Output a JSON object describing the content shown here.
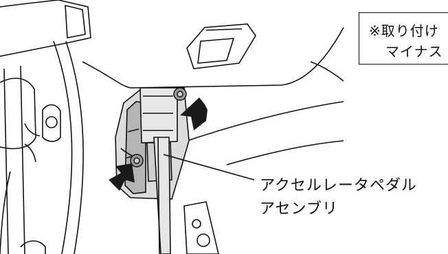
{
  "note": {
    "line1": "※取り付け",
    "line2": "マイナス"
  },
  "callout": {
    "line1": "アクセルレータペダル",
    "line2": "アセンブリ"
  },
  "figure": {
    "parts": [
      "steering-column",
      "dash-panel",
      "pedal-bracket",
      "accelerator-pedal-arm",
      "mounting-bolt",
      "mounting-nut",
      "pedal-pad-plate"
    ]
  },
  "colors": {
    "line": "#111111",
    "arrow": "#1a1a1a",
    "metal": "#dcdcdc",
    "shade": "#8c8c8c",
    "background": "#ffffff"
  }
}
